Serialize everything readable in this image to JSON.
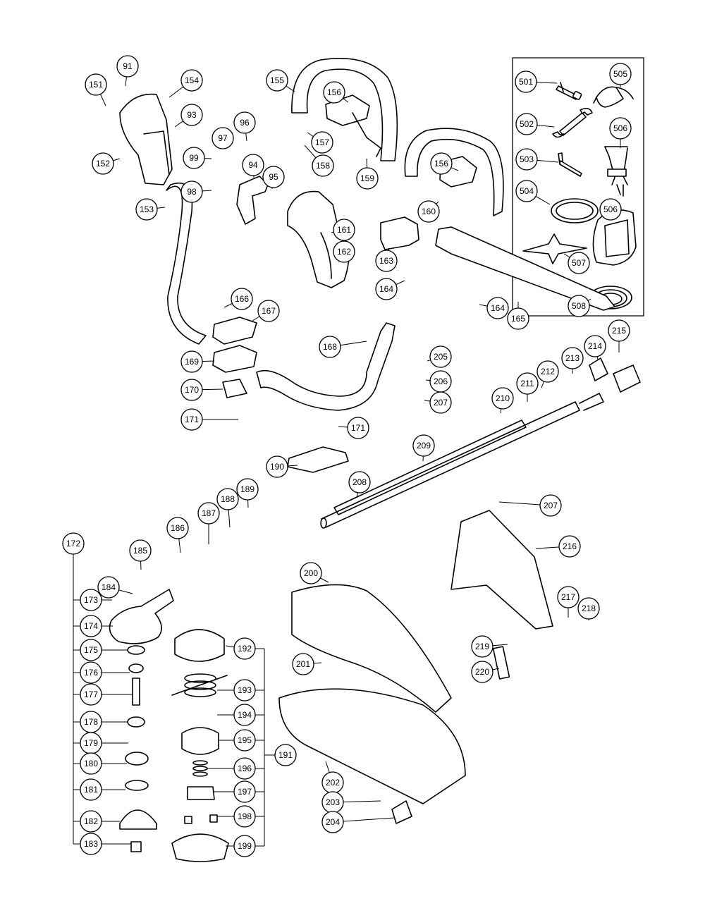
{
  "diagram": {
    "labels": {
      "p91": "91",
      "p93": "93",
      "p94": "94",
      "p95": "95",
      "p96": "96",
      "p97": "97",
      "p98": "98",
      "p99": "99",
      "p151": "151",
      "p152": "152",
      "p153": "153",
      "p154": "154",
      "p155": "155",
      "p156a": "156",
      "p156b": "156",
      "p157": "157",
      "p158": "158",
      "p159": "159",
      "p160": "160",
      "p161": "161",
      "p162": "162",
      "p163": "163",
      "p164a": "164",
      "p164b": "164",
      "p165": "165",
      "p166": "166",
      "p167": "167",
      "p168": "168",
      "p169": "169",
      "p170": "170",
      "p171a": "171",
      "p171b": "171",
      "p172": "172",
      "p173": "173",
      "p174": "174",
      "p175": "175",
      "p176": "176",
      "p177": "177",
      "p178": "178",
      "p179": "179",
      "p180": "180",
      "p181": "181",
      "p182": "182",
      "p183": "183",
      "p184": "184",
      "p185": "185",
      "p186": "186",
      "p187": "187",
      "p188": "188",
      "p189": "189",
      "p190": "190",
      "p191": "191",
      "p192": "192",
      "p193": "193",
      "p194": "194",
      "p195": "195",
      "p196": "196",
      "p197": "197",
      "p198": "198",
      "p199": "199",
      "p200": "200",
      "p201": "201",
      "p202": "202",
      "p203": "203",
      "p204": "204",
      "p205": "205",
      "p206": "206",
      "p207a": "207",
      "p207b": "207",
      "p208": "208",
      "p209": "209",
      "p210": "210",
      "p211": "211",
      "p212": "212",
      "p213": "213",
      "p214": "214",
      "p215": "215",
      "p216": "216",
      "p217": "217",
      "p218": "218",
      "p219": "219",
      "p220": "220",
      "p501": "501",
      "p502": "502",
      "p503": "503",
      "p504": "504",
      "p505": "505",
      "p506a": "506",
      "p506b": "506",
      "p507": "507",
      "p508": "508"
    }
  }
}
